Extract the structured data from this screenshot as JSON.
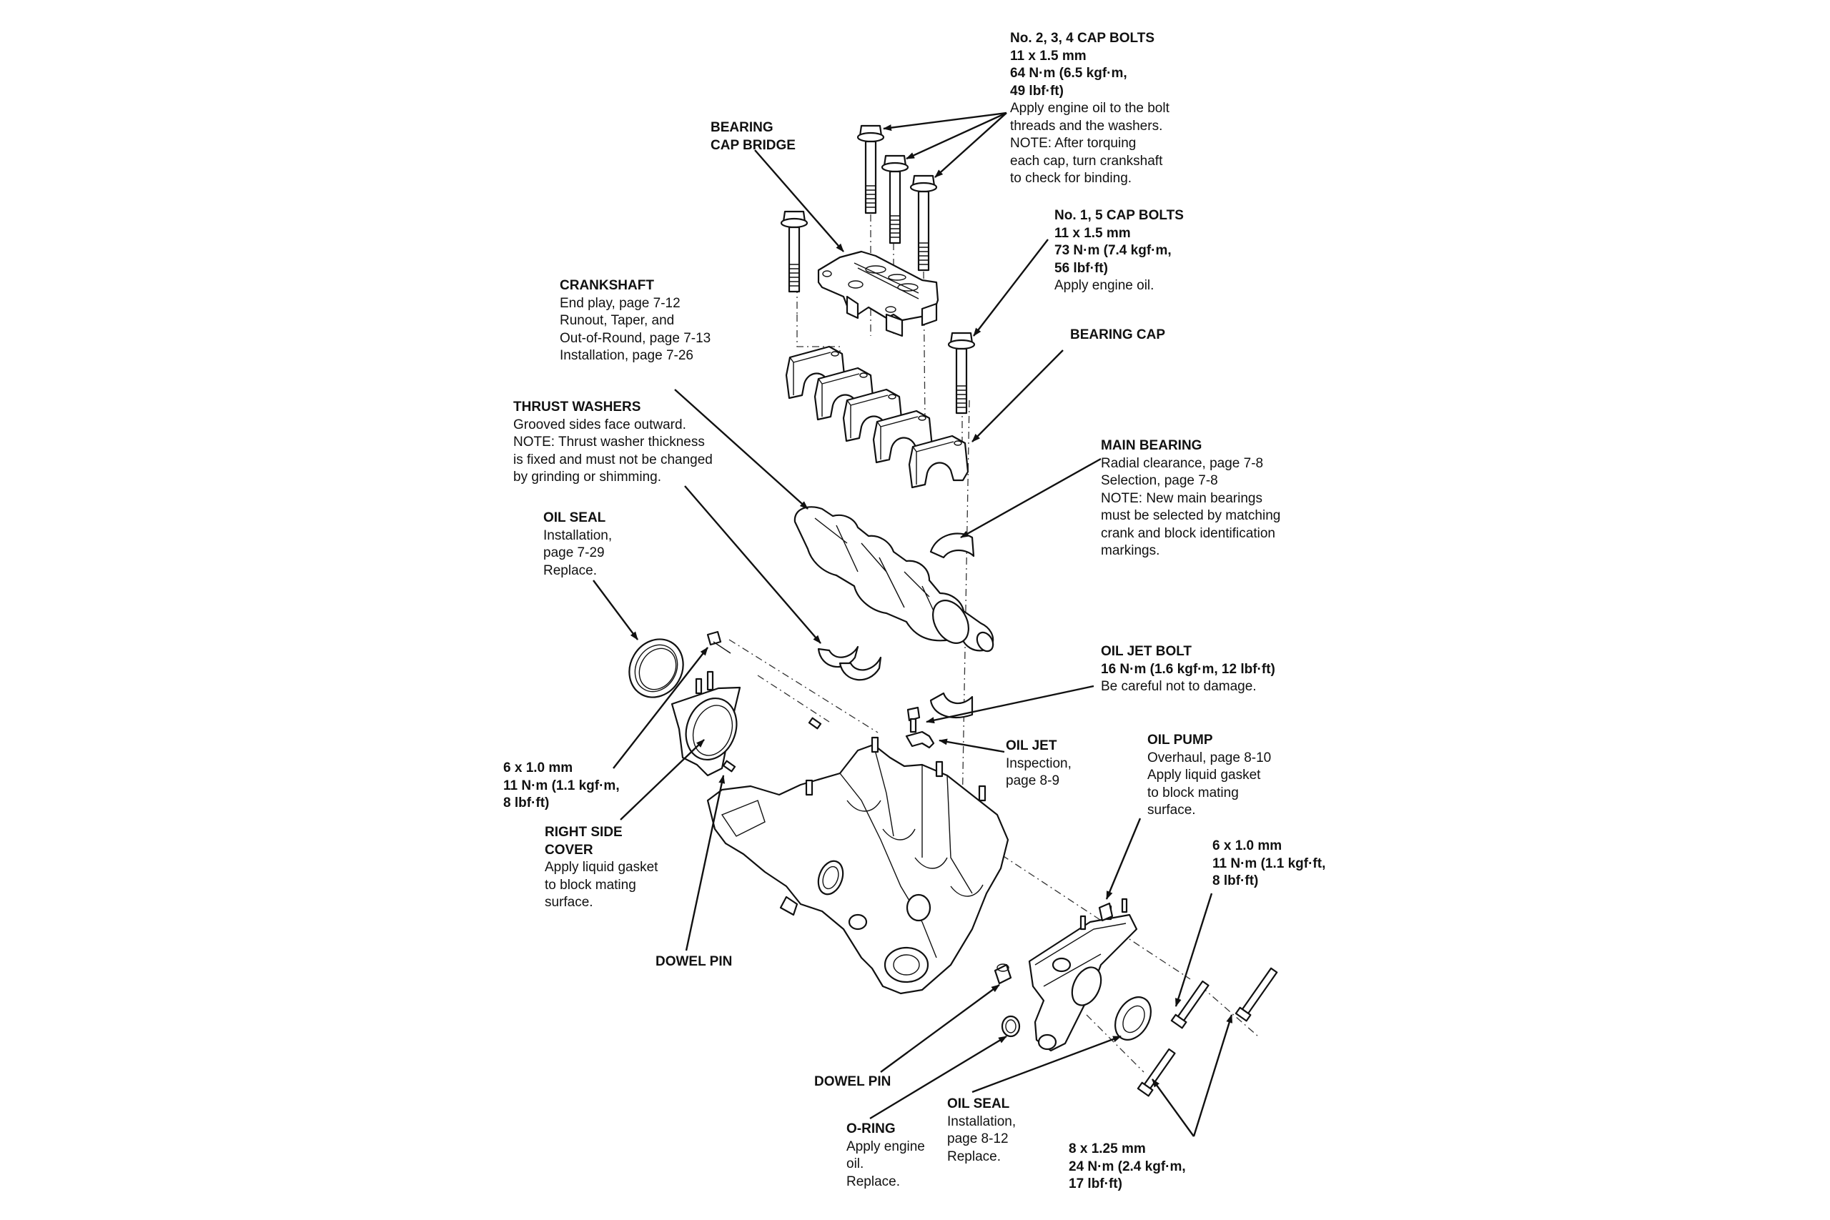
{
  "diagram": {
    "subject": "Engine block exploded view — crankshaft, main bearings, bearing caps, oil pump",
    "callouts": [
      {
        "id": "cap-bolts-234",
        "title": "No. 2, 3, 4 CAP BOLTS",
        "bold_lines": [
          "11 x 1.5 mm",
          "64 N·m (6.5 kgf·m,",
          "49 lbf·ft)"
        ],
        "lines": [
          "Apply engine oil to the bolt",
          "threads and the washers.",
          "NOTE:  After torquing",
          "each cap, turn crankshaft",
          "to check for binding."
        ]
      },
      {
        "id": "bearing-cap-bridge",
        "title_lines": [
          "BEARING",
          "CAP BRIDGE"
        ],
        "lines": []
      },
      {
        "id": "cap-bolts-15",
        "title": "No. 1, 5 CAP BOLTS",
        "bold_lines": [
          "11 x 1.5 mm",
          "73 N·m (7.4 kgf·m,",
          "56 lbf·ft)"
        ],
        "lines": [
          "Apply engine oil."
        ]
      },
      {
        "id": "crankshaft",
        "title": "CRANKSHAFT",
        "lines": [
          "End play, page 7-12",
          "Runout, Taper, and",
          "Out-of-Round, page 7-13",
          "Installation, page 7-26"
        ]
      },
      {
        "id": "bearing-cap",
        "title": "BEARING CAP",
        "lines": []
      },
      {
        "id": "thrust-washers",
        "title": "THRUST WASHERS",
        "lines": [
          "Grooved sides face outward.",
          "NOTE:  Thrust washer thickness",
          "is fixed and must not be changed",
          "by grinding or shimming."
        ]
      },
      {
        "id": "main-bearing",
        "title": "MAIN BEARING",
        "lines": [
          "Radial clearance, page 7-8",
          "Selection, page 7-8",
          "NOTE:  New main bearings",
          "must be selected by matching",
          "crank and block identification",
          "markings."
        ]
      },
      {
        "id": "oil-seal-rear",
        "title": "OIL SEAL",
        "lines": [
          "Installation,",
          "page 7-29",
          "Replace."
        ]
      },
      {
        "id": "oil-jet-bolt",
        "title": "OIL JET BOLT",
        "bold_lines": [
          "16 N·m (1.6 kgf·m, 12 lbf·ft)"
        ],
        "lines": [
          "Be careful not to damage."
        ]
      },
      {
        "id": "oil-jet",
        "title": "OIL JET",
        "lines": [
          "Inspection,",
          "page 8-9"
        ]
      },
      {
        "id": "oil-pump",
        "title": "OIL PUMP",
        "lines": [
          "Overhaul, page 8-10",
          "Apply liquid gasket",
          "to block mating",
          "surface."
        ]
      },
      {
        "id": "bolt-6x1-left",
        "title": "",
        "bold_lines": [
          "6 x 1.0 mm",
          "11 N·m (1.1 kgf·m,",
          "8 lbf·ft)"
        ],
        "lines": []
      },
      {
        "id": "right-side-cover",
        "title_lines": [
          "RIGHT SIDE",
          "COVER"
        ],
        "lines": [
          "Apply liquid gasket",
          "to block mating",
          "surface."
        ]
      },
      {
        "id": "bolt-6x1-right",
        "title": "",
        "bold_lines": [
          "6 x 1.0 mm",
          "11 N·m (1.1 kgf·ft,",
          "8 lbf·ft)"
        ],
        "lines": []
      },
      {
        "id": "dowel-pin-left",
        "title": "DOWEL PIN",
        "lines": []
      },
      {
        "id": "dowel-pin-bottom",
        "title": "DOWEL PIN",
        "lines": []
      },
      {
        "id": "o-ring",
        "title": "O-RING",
        "lines": [
          "Apply engine",
          "oil.",
          "Replace."
        ]
      },
      {
        "id": "oil-seal-front",
        "title": "OIL SEAL",
        "lines": [
          "Installation,",
          "page 8-12",
          "Replace."
        ]
      },
      {
        "id": "bolt-8x125",
        "title": "",
        "bold_lines": [
          "8 x 1.25 mm",
          "24 N·m (2.4 kgf·m,",
          "17 lbf·ft)"
        ],
        "lines": []
      }
    ]
  }
}
